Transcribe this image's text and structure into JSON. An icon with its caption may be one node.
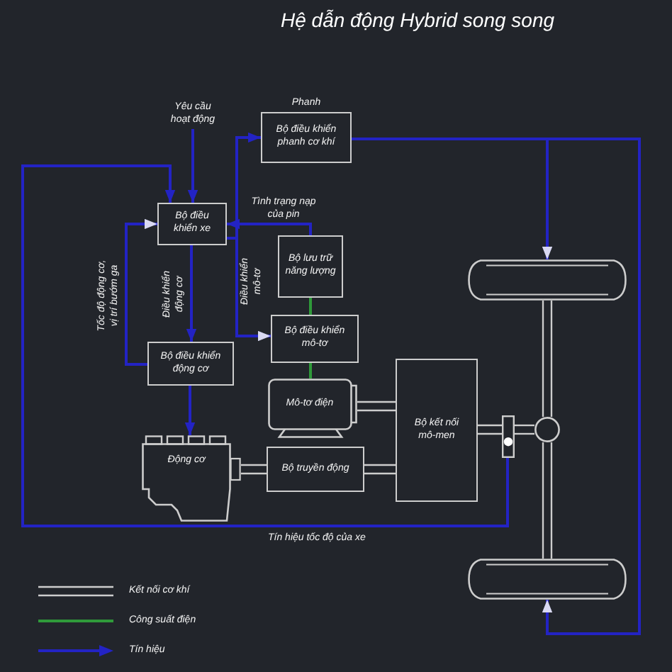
{
  "diagram": {
    "title": "Hệ dẫn động Hybrid song song",
    "nodes": [
      {
        "text": [
          "Yêu cầu hoạt động"
        ]
      },
      {
        "text": [
          "Phanh",
          "Bộ điều khiển phanh cơ khí"
        ]
      },
      {
        "text": [
          "Bộ điều khiển xe"
        ]
      },
      {
        "text": [
          "Bộ lưu trữ năng lượng"
        ]
      },
      {
        "text": [
          "Bộ điều khiển mô-tơ"
        ]
      },
      {
        "text": [
          "Bộ điều khiển động cơ"
        ]
      },
      {
        "text": [
          "Mô-tơ điện"
        ]
      },
      {
        "text": [
          "Bộ kết nối mô-men"
        ]
      },
      {
        "text": [
          "Động cơ"
        ]
      },
      {
        "text": [
          "Bộ truyền động"
        ]
      },
      {
        "text": [],
        "shape": "wheel"
      },
      {
        "text": [],
        "shape": "circle"
      },
      {
        "text": [],
        "shape": "box"
      },
      {
        "text": [],
        "shape": "wheel"
      }
    ],
    "edges": [
      {
        "from": 0,
        "to": 2,
        "arrow": "to"
      },
      {
        "from": 12,
        "to": 2,
        "arrow": "to",
        "label": "Tín hiệu tốc độ của xe"
      },
      {
        "from": 2,
        "to": 1,
        "arrow": "to"
      },
      {
        "from": 3,
        "to": 2,
        "arrow": "to",
        "label": "Tình trạng nạp của pin"
      },
      {
        "from": 5,
        "to": 2,
        "arrow": "to",
        "label": "Tốc độ động cơ, vị trí bướm ga"
      },
      {
        "from": 2,
        "to": 5,
        "arrow": "to",
        "label": "Điều khiển động cơ"
      },
      {
        "from": 2,
        "to": 4,
        "arrow": "to",
        "label": "Điều khiển mô-tơ"
      },
      {
        "from": 5,
        "to": 8,
        "arrow": "to"
      },
      {
        "from": 1,
        "to": 10,
        "arrow": "to"
      },
      {
        "from": 1,
        "to": 13,
        "arrow": "to"
      },
      {
        "from": 3,
        "to": 4,
        "arrow": "none",
        "color": "#2f9a3a"
      },
      {
        "from": 4,
        "to": 6,
        "arrow": "none",
        "color": "#2f9a3a"
      },
      {
        "from": 6,
        "to": 7,
        "arrow": "none",
        "style": "thick",
        "color": "#cdcdcd"
      },
      {
        "from": 8,
        "to": 9,
        "arrow": "none",
        "style": "thick",
        "color": "#cdcdcd"
      },
      {
        "from": 9,
        "to": 7,
        "arrow": "none",
        "style": "thick",
        "color": "#cdcdcd"
      },
      {
        "from": 7,
        "to": 12,
        "arrow": "none",
        "style": "thick",
        "color": "#cdcdcd"
      },
      {
        "from": 12,
        "to": 11,
        "arrow": "none",
        "style": "thick",
        "color": "#cdcdcd"
      },
      {
        "from": 11,
        "to": 10,
        "arrow": "none",
        "style": "thick",
        "color": "#cdcdcd"
      },
      {
        "from": 11,
        "to": 13,
        "arrow": "none",
        "style": "thick",
        "color": "#cdcdcd"
      }
    ],
    "legend": [
      {
        "text": "Kết nối cơ khí"
      },
      {
        "text": "Công suất điện"
      },
      {
        "text": "Tín hiệu"
      }
    ]
  }
}
